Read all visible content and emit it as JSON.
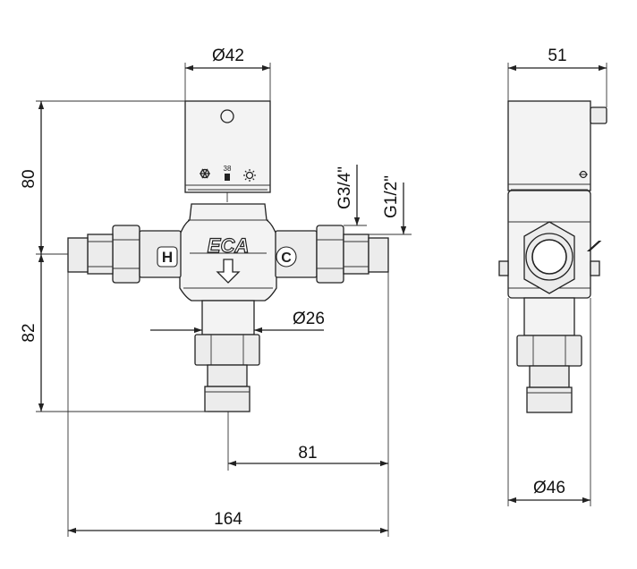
{
  "dimensions": {
    "d42": "Ø42",
    "d51": "51",
    "d80": "80",
    "d82": "82",
    "g34": "G3/4\"",
    "g12": "G1/2\"",
    "d26": "Ø26",
    "d81": "81",
    "d164": "164",
    "d46": "Ø46"
  },
  "labels": {
    "hot": "H",
    "cold": "C",
    "brand": "ECA",
    "temp_mark": "38"
  },
  "icons": {
    "cold_icon": "snowflake-icon",
    "hot_icon": "sun-icon",
    "flow_icon": "arrow-down-icon",
    "cap_icon": "circle-icon"
  }
}
